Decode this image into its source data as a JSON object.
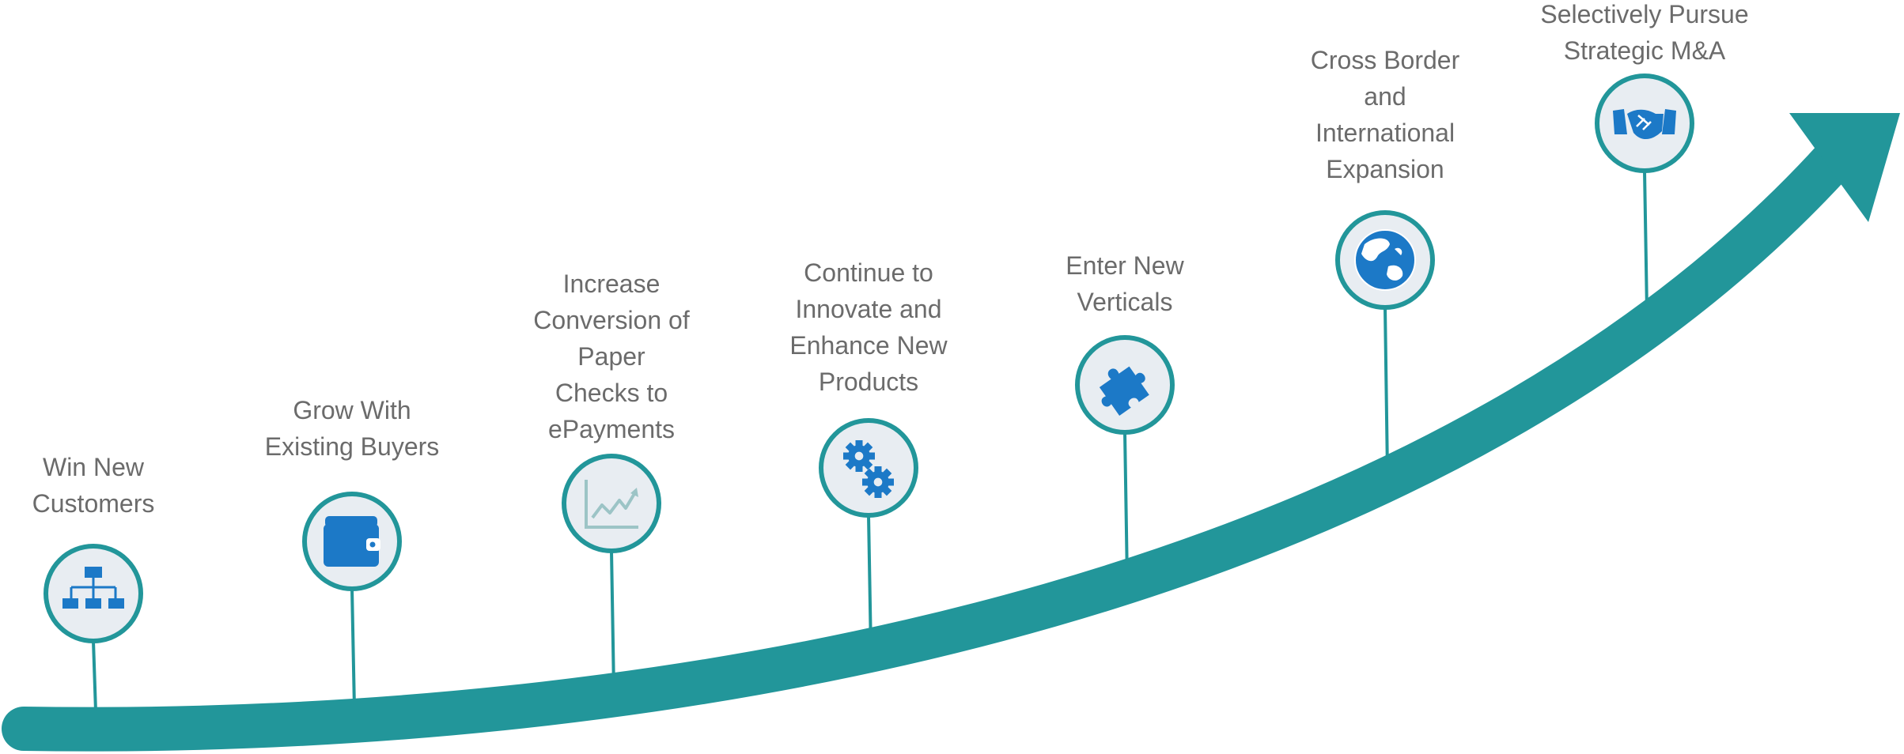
{
  "colors": {
    "arrow": "#22969a",
    "node_ring": "#22969a",
    "node_fill": "#e8edf2",
    "icon": "#1c79c7",
    "chart_icon": "#9cc4c6",
    "label": "#6b6b6b"
  },
  "milestones": [
    {
      "lines": [
        "Win New",
        "Customers"
      ],
      "icon": "org-chart-icon"
    },
    {
      "lines": [
        "Grow With",
        "Existing Buyers"
      ],
      "icon": "wallet-icon"
    },
    {
      "lines": [
        "Increase",
        "Conversion of",
        "Paper",
        "Checks to",
        "ePayments"
      ],
      "icon": "trend-chart-icon"
    },
    {
      "lines": [
        "Continue to",
        "Innovate and",
        "Enhance New",
        "Products"
      ],
      "icon": "gears-icon"
    },
    {
      "lines": [
        "Enter New",
        "Verticals"
      ],
      "icon": "puzzle-icon"
    },
    {
      "lines": [
        "Cross Border",
        "and",
        "International",
        "Expansion"
      ],
      "icon": "globe-icon"
    },
    {
      "lines": [
        "Selectively Pursue",
        "Strategic M&A"
      ],
      "icon": "handshake-icon"
    }
  ]
}
